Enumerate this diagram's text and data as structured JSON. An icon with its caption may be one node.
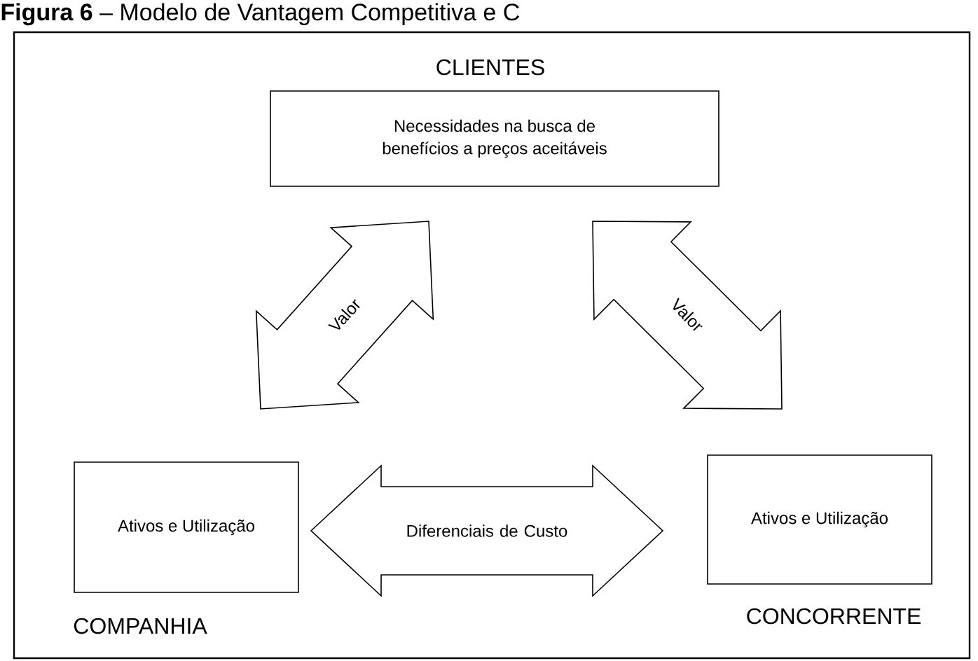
{
  "diagram": {
    "title": "**Figura 6** – Modelo de Vantagem Competitiva e C",
    "nodes": [
      {
        "text": [
          "CLIENTES",
          "Necessidades na busca de benefícios a preços aceitáveis"
        ]
      },
      {
        "text": [
          "Ativos e Utilização",
          "COMPANHIA"
        ]
      },
      {
        "text": [
          "Ativos e Utilização",
          "CONCORRENTE"
        ]
      }
    ],
    "edges": [
      {
        "from": 0,
        "to": 1,
        "arrow": "both",
        "label": "Valor"
      },
      {
        "from": 0,
        "to": 2,
        "arrow": "both",
        "label": "Valor"
      },
      {
        "from": 1,
        "to": 2,
        "arrow": "both",
        "label": "Diferenciais de Custo"
      }
    ]
  }
}
